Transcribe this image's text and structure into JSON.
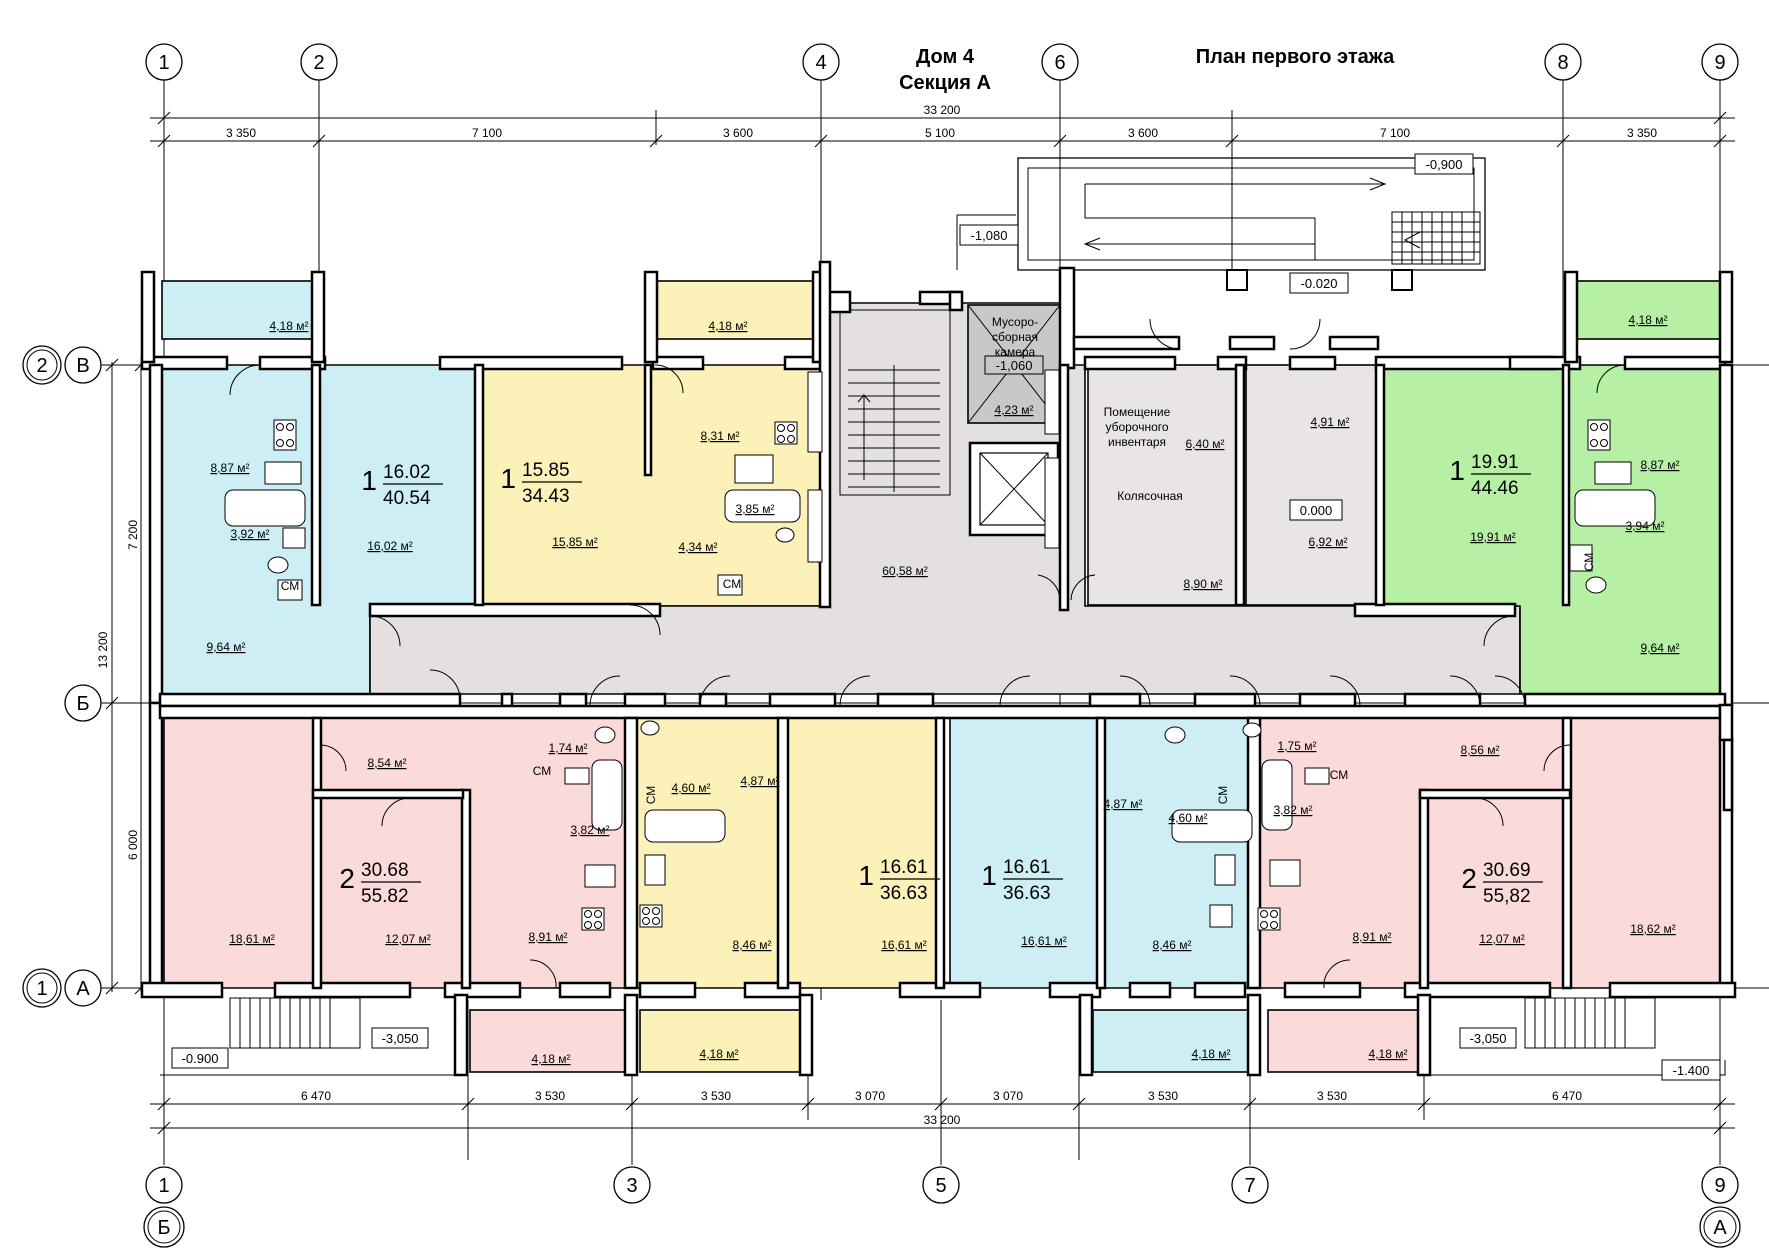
{
  "header": {
    "title_house": "Дом 4",
    "title_section": "Секция А",
    "title_plan": "План первого этажа"
  },
  "axes_top": [
    "1",
    "2",
    "4",
    "6",
    "8",
    "9"
  ],
  "axes_bottom": [
    "1",
    "3",
    "5",
    "7",
    "9"
  ],
  "axes_left": [
    {
      "num": "2",
      "letter": "В"
    },
    {
      "num": "",
      "letter": "Б"
    },
    {
      "num": "1",
      "letter": "А"
    }
  ],
  "axis_corner_bottom_left": "Б",
  "axis_corner_bottom_right": "А",
  "dims_top_total": "33 200",
  "dims_top": [
    "3 350",
    "7 100",
    "3 600",
    "5 100",
    "3 600",
    "7 100",
    "3 350"
  ],
  "dims_bottom": [
    "6 470",
    "3 530",
    "3 530",
    "3 070",
    "3 070",
    "3 530",
    "3 530",
    "6 470"
  ],
  "dims_bottom_total": "33 200",
  "dims_left": [
    "7 200",
    "13 200",
    "6 000"
  ],
  "levels": {
    "l1": "-0,900",
    "l2": "-1,080",
    "l3": "-0.020",
    "l4": "0.000",
    "l5": "-0.900",
    "l6": "-3,050",
    "l7": "-3,050",
    "l8": "-1.400",
    "l9": "-1,060"
  },
  "rooms": {
    "garbage": [
      "Мусоро-",
      "сборная",
      "камера"
    ],
    "cleaning": [
      "Помещение",
      "уборочного",
      "инвентаря"
    ],
    "stroller": "Колясочная",
    "cm": "СМ"
  },
  "apartments": [
    {
      "id": "apt-nw",
      "rooms": "1",
      "living": "16.02",
      "total": "40.54"
    },
    {
      "id": "apt-n2",
      "rooms": "1",
      "living": "15.85",
      "total": "34.43"
    },
    {
      "id": "apt-ne",
      "rooms": "1",
      "living": "19.91",
      "total": "44.46"
    },
    {
      "id": "apt-sw",
      "rooms": "2",
      "living": "30.68",
      "total": "55.82"
    },
    {
      "id": "apt-s2",
      "rooms": "1",
      "living": "16.61",
      "total": "36.63"
    },
    {
      "id": "apt-s3",
      "rooms": "1",
      "living": "16.61",
      "total": "36.63"
    },
    {
      "id": "apt-se",
      "rooms": "2",
      "living": "30.69",
      "total": "55,82"
    }
  ],
  "areas": {
    "a01": "4,18 м²",
    "a02": "8,87 м²",
    "a03": "3,92 м²",
    "a04": "16,02 м²",
    "a05": "9,64 м²",
    "a06": "4,18 м²",
    "a07": "8,31 м²",
    "a08": "3,85 м²",
    "a09": "4,34 м²",
    "a10": "15,85 м²",
    "a11": "60,58 м²",
    "a12": "4,23 м²",
    "a13": "6,40 м²",
    "a14": "4,91 м²",
    "a15": "8,90 м²",
    "a16": "6,92 м²",
    "a17": "4,18 м²",
    "a18": "8,87 м²",
    "a19": "3,94 м²",
    "a20": "19,91 м²",
    "a21": "9,64 м²",
    "a22": "1,74 м²",
    "a23": "8,54 м²",
    "a24": "4,60 м²",
    "a25": "4,87 м²",
    "a26": "3,82 м²",
    "a27": "18,61 м²",
    "a28": "12,07 м²",
    "a29": "8,91 м²",
    "a30": "8,46 м²",
    "a31": "16,61 м²",
    "a32": "4,18 м²",
    "a33": "4,18 м²",
    "a34": "16,61 м²",
    "a35": "4,87 м²",
    "a36": "4,60 м²",
    "a37": "8,46 м²",
    "a38": "4,18 м²",
    "a39": "1,75 м²",
    "a40": "8,56 м²",
    "a41": "3,82 м²",
    "a42": "8,91 м²",
    "a43": "12,07 м²",
    "a44": "18,62 м²",
    "a45": "4,18 м²"
  },
  "colors": {
    "blue": "#cdeef5",
    "yellow": "#fbf1b9",
    "green": "#b5f0a5",
    "pink": "#fbdada",
    "hall": "#e4e0df",
    "service": "#e8e5e4",
    "garbage": "#c8c8c8"
  }
}
